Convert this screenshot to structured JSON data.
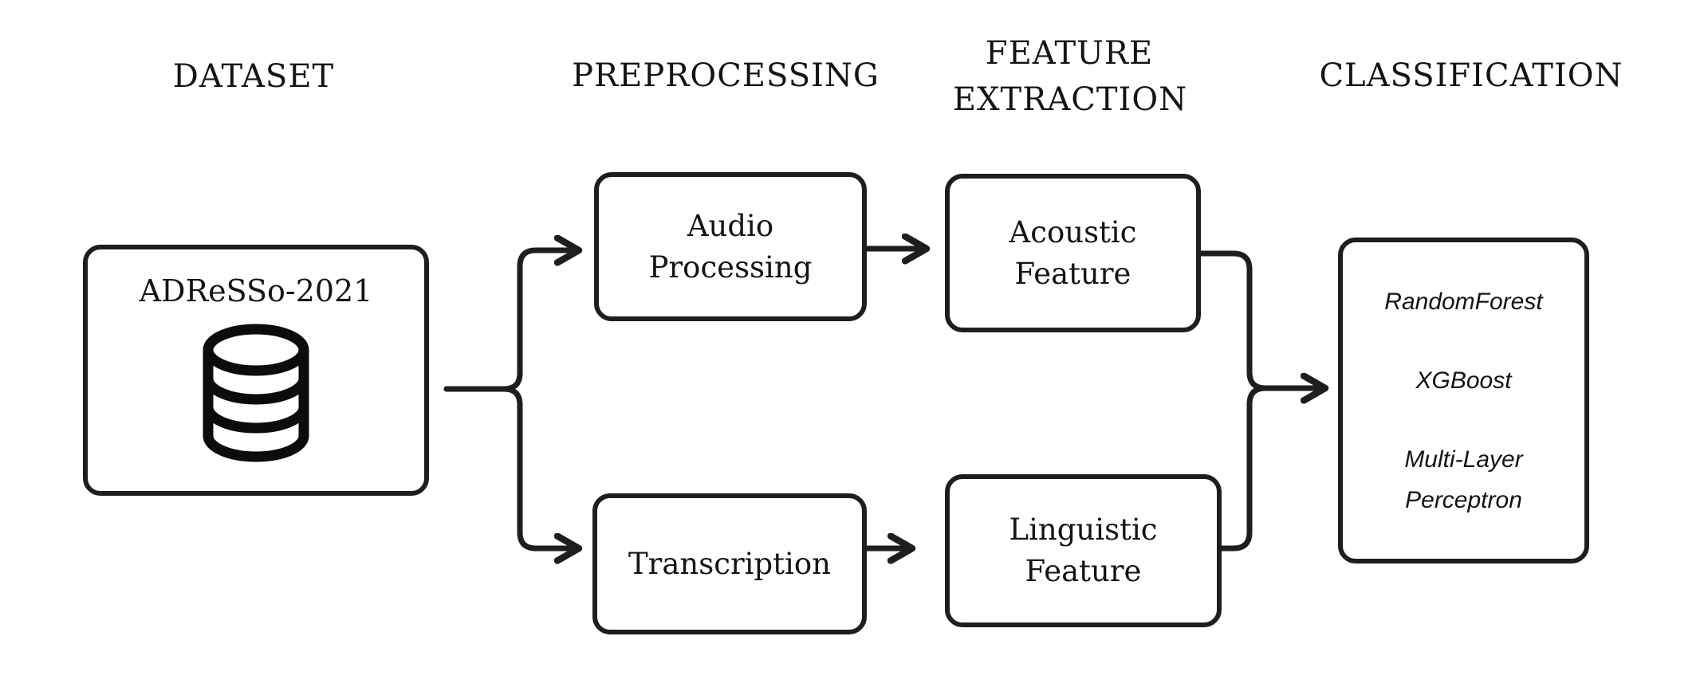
{
  "headers": {
    "dataset": "DATASET",
    "preprocessing": "PREPROCESSING",
    "feature_extraction": [
      "FEATURE",
      "EXTRACTION"
    ],
    "classification": "CLASSIFICATION"
  },
  "nodes": {
    "dataset": {
      "label": "ADReSSo-2021",
      "icon": "database"
    },
    "audio_processing": {
      "lines": [
        "Audio",
        "Processing"
      ]
    },
    "transcription": {
      "lines": [
        "Transcription"
      ]
    },
    "acoustic_feature": {
      "lines": [
        "Acoustic",
        "Feature"
      ]
    },
    "linguistic_feature": {
      "lines": [
        "Linguistic",
        "Feature"
      ]
    },
    "classification": {
      "items": [
        "RandomForest",
        "XGBoost",
        "Multi-Layer Perceptron"
      ]
    }
  },
  "connections": [
    "ADReSSo-2021 -> Audio Processing",
    "ADReSSo-2021 -> Transcription",
    "Audio Processing -> Acoustic Feature",
    "Transcription -> Linguistic Feature",
    "Acoustic Feature -> Classification",
    "Linguistic Feature -> Classification"
  ],
  "colors": {
    "ink": "#1e1e1e",
    "background": "#ffffff"
  }
}
